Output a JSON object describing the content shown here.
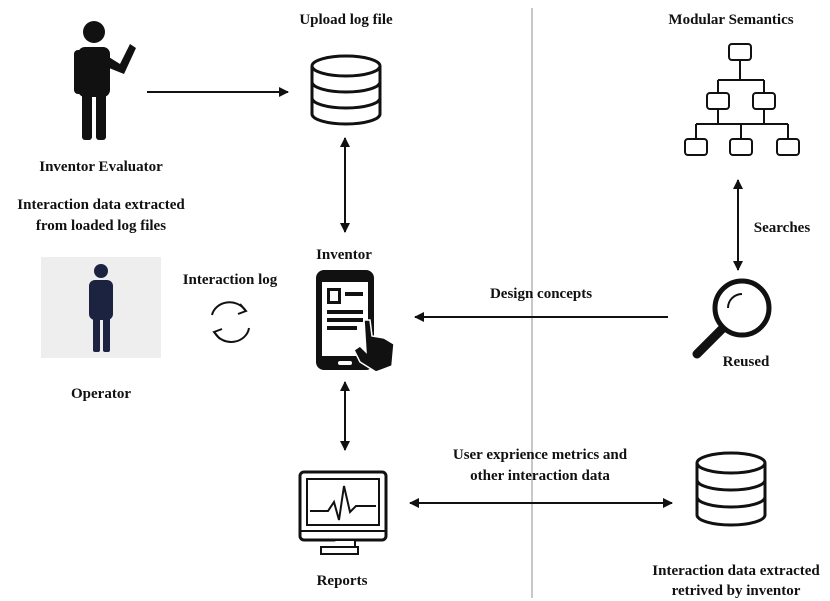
{
  "labels": {
    "upload_log_file": "Upload log file",
    "modular_semantics": "Modular Semantics",
    "inventor_evaluator": "Inventor Evaluator",
    "interaction_extracted_1": "Interaction data extracted",
    "interaction_extracted_2": "from loaded log files",
    "inventor": "Inventor",
    "interaction_log": "Interaction log",
    "operator": "Operator",
    "searches": "Searches",
    "design_concepts": "Design concepts",
    "reused": "Reused",
    "ux_metrics_1": "User exprience metrics and",
    "ux_metrics_2": "other interaction data",
    "reports": "Reports",
    "retrieved_1": "Interaction data extracted",
    "retrieved_2": "retrived by inventor"
  },
  "icons": {
    "evaluator": "person-pointing-icon",
    "upload_db": "database-icon",
    "hierarchy": "hierarchy-tree-icon",
    "operator": "person-icon",
    "cycle": "refresh-cycle-icon",
    "mobile": "mobile-touch-icon",
    "search": "magnifier-icon",
    "reports": "monitor-heartbeat-icon",
    "result_db": "database-icon"
  },
  "colors": {
    "divider": "#c8c8c8",
    "operator_panel": "#eeeeee",
    "operator_figure": "#1c2340",
    "ink": "#111111"
  }
}
